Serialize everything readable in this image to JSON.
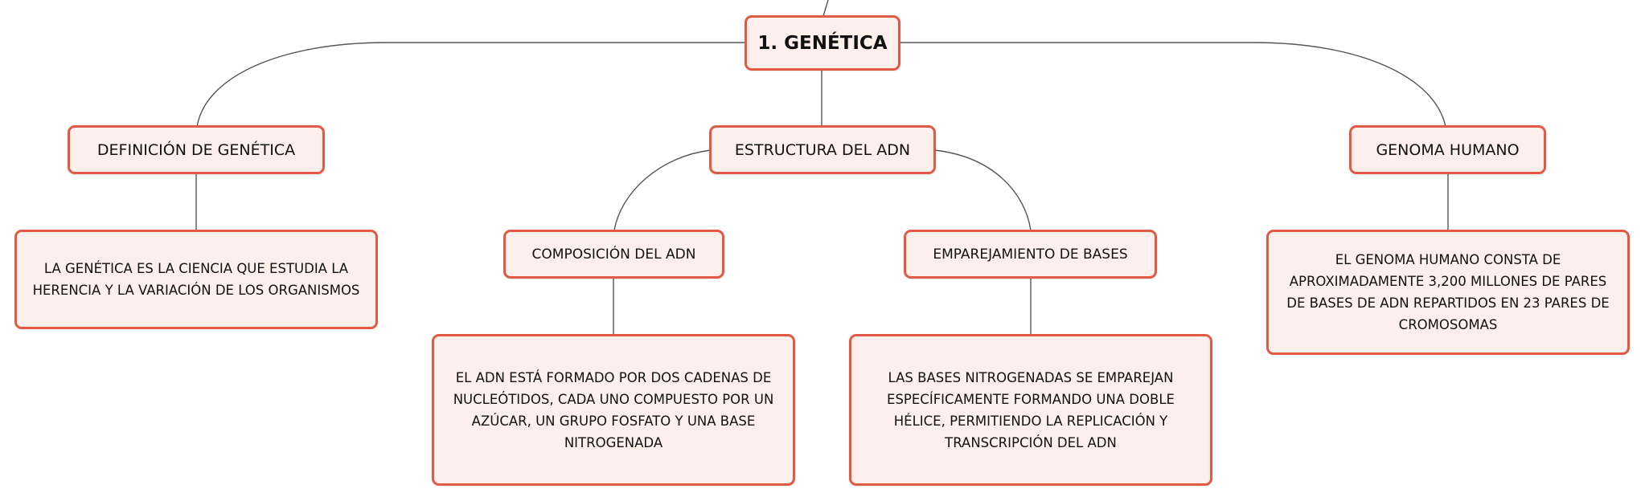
{
  "root": "1. GENÉTICA",
  "topics": {
    "definicion": "DEFINICIÓN DE GENÉTICA",
    "estructura": "ESTRUCTURA DEL ADN",
    "genoma": "GENOMA HUMANO"
  },
  "subtopics": {
    "composicion": "COMPOSICIÓN DEL ADN",
    "emparejamiento": "EMPAREJAMIENTO DE BASES"
  },
  "details": {
    "definicion": "LA GENÉTICA ES LA CIENCIA QUE ESTUDIA LA HERENCIA Y LA VARIACIÓN DE LOS ORGANISMOS",
    "composicion": "EL ADN ESTÁ FORMADO POR DOS CADENAS DE NUCLEÓTIDOS, CADA UNO COMPUESTO POR UN AZÚCAR, UN GRUPO FOSFATO Y UNA BASE NITROGENADA",
    "emparejamiento": "LAS BASES NITROGENADAS SE EMPAREJAN ESPECÍFICAMENTE FORMANDO UNA DOBLE HÉLICE, PERMITIENDO LA REPLICACIÓN Y TRANSCRIPCIÓN DEL ADN",
    "genoma": "EL GENOMA HUMANO CONSTA DE APROXIMADAMENTE 3,200 MILLONES DE PARES DE BASES DE ADN REPARTIDOS EN 23 PARES DE CROMOSOMAS"
  },
  "colors": {
    "node_fill": "#fdf0ec",
    "node_border": "#e05a44",
    "connector": "#555555"
  }
}
